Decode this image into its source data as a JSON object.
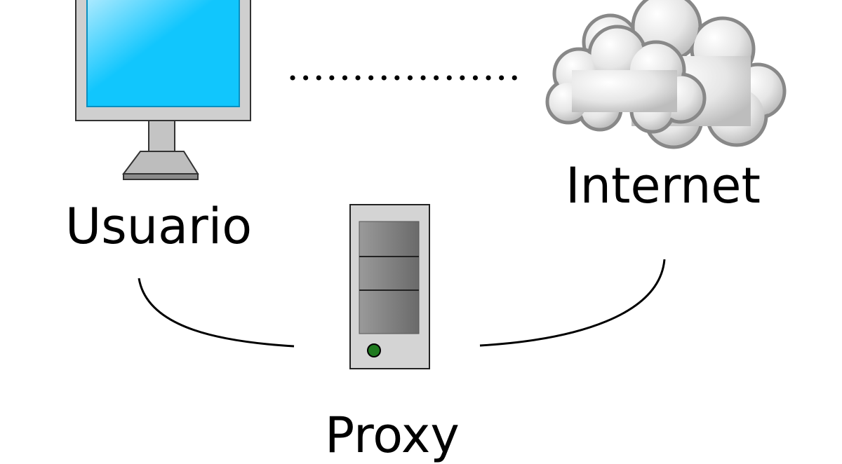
{
  "labels": {
    "user": "Usuario",
    "internet": "Internet",
    "proxy": "Proxy"
  },
  "colors": {
    "screen_light": "#b6ecff",
    "screen": "#11c6fd",
    "monitor_body": "#cfcfcf",
    "cloud": "#dcdcdc",
    "outline": "#555555",
    "server_body": "#d4d4d4",
    "drive_bay": "#7a7a7a",
    "power_led": "#1f7a1f",
    "connector": "#000000"
  },
  "icons": {
    "user": "computer-monitor-icon",
    "internet": "cloud-icon",
    "proxy": "server-tower-icon"
  }
}
